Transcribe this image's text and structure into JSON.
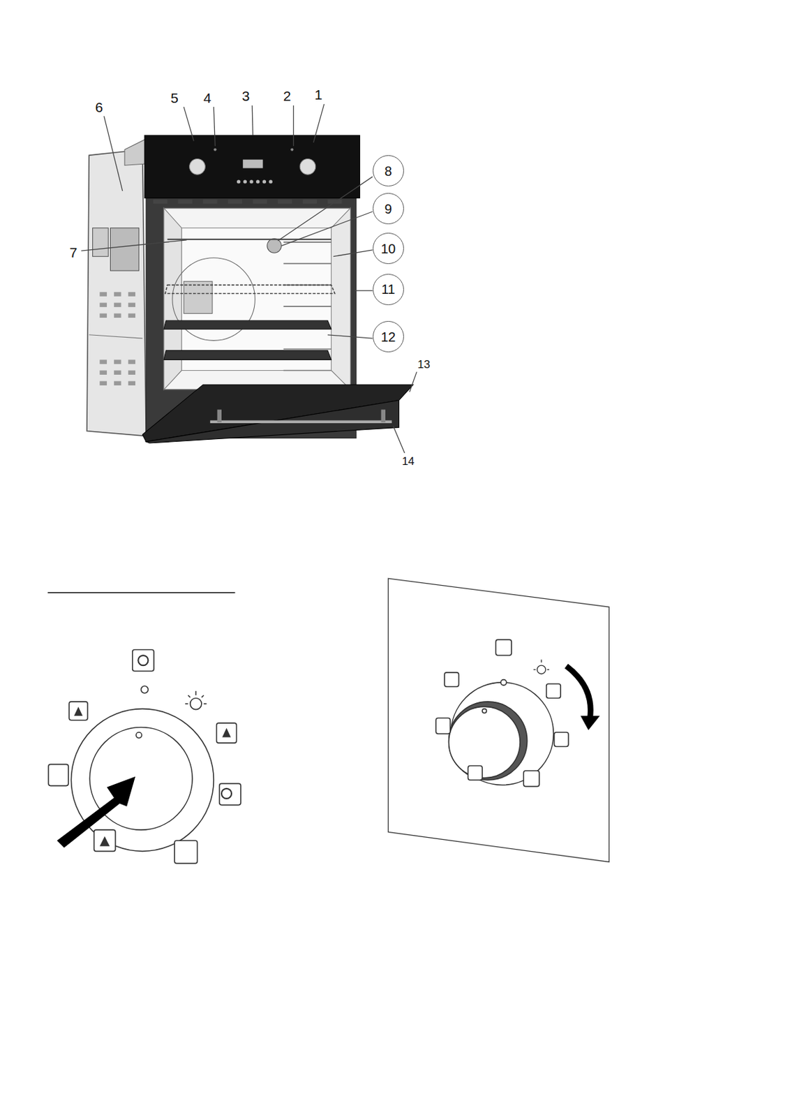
{
  "diagram": {
    "nodes": [
      {
        "text": [
          "8"
        ]
      },
      {
        "text": [
          "9"
        ]
      },
      {
        "text": [
          "10"
        ]
      },
      {
        "text": [
          "11"
        ]
      },
      {
        "text": [
          "12"
        ]
      }
    ],
    "labels": [
      "5",
      "4",
      "3",
      "2",
      "1",
      "6",
      "7",
      "13",
      "14"
    ]
  }
}
